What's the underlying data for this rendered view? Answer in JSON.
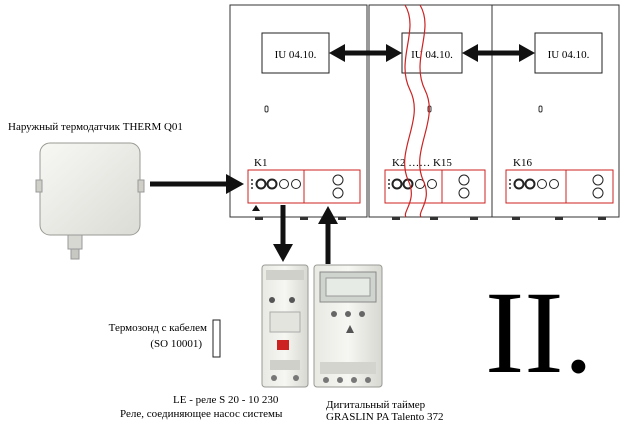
{
  "units": {
    "u1": {
      "iu_label": "IU 04.10.",
      "k_label": "K1"
    },
    "u2": {
      "iu_label": "IU 04.10.",
      "k_label": "K2 …… K15"
    },
    "u3": {
      "iu_label": "IU 04.10.",
      "k_label": "K16"
    }
  },
  "labels": {
    "outdoor_sensor": "Наружный термодатчик THERM Q01",
    "thermoprobe_line1": "Термозонд с кабелем",
    "thermoprobe_line2": "(SO 10001)",
    "relay_line1": "LE - реле S 20 - 10 230",
    "relay_line2": "Реле, соединяющее насос системы",
    "timer_line1": "Дигитальный таймер",
    "timer_line2": "GRASLIN PA Talento 372",
    "big_numeral": "II."
  },
  "colors": {
    "accent_red": "#cc2222",
    "line": "#333333",
    "arrow": "#111111"
  }
}
